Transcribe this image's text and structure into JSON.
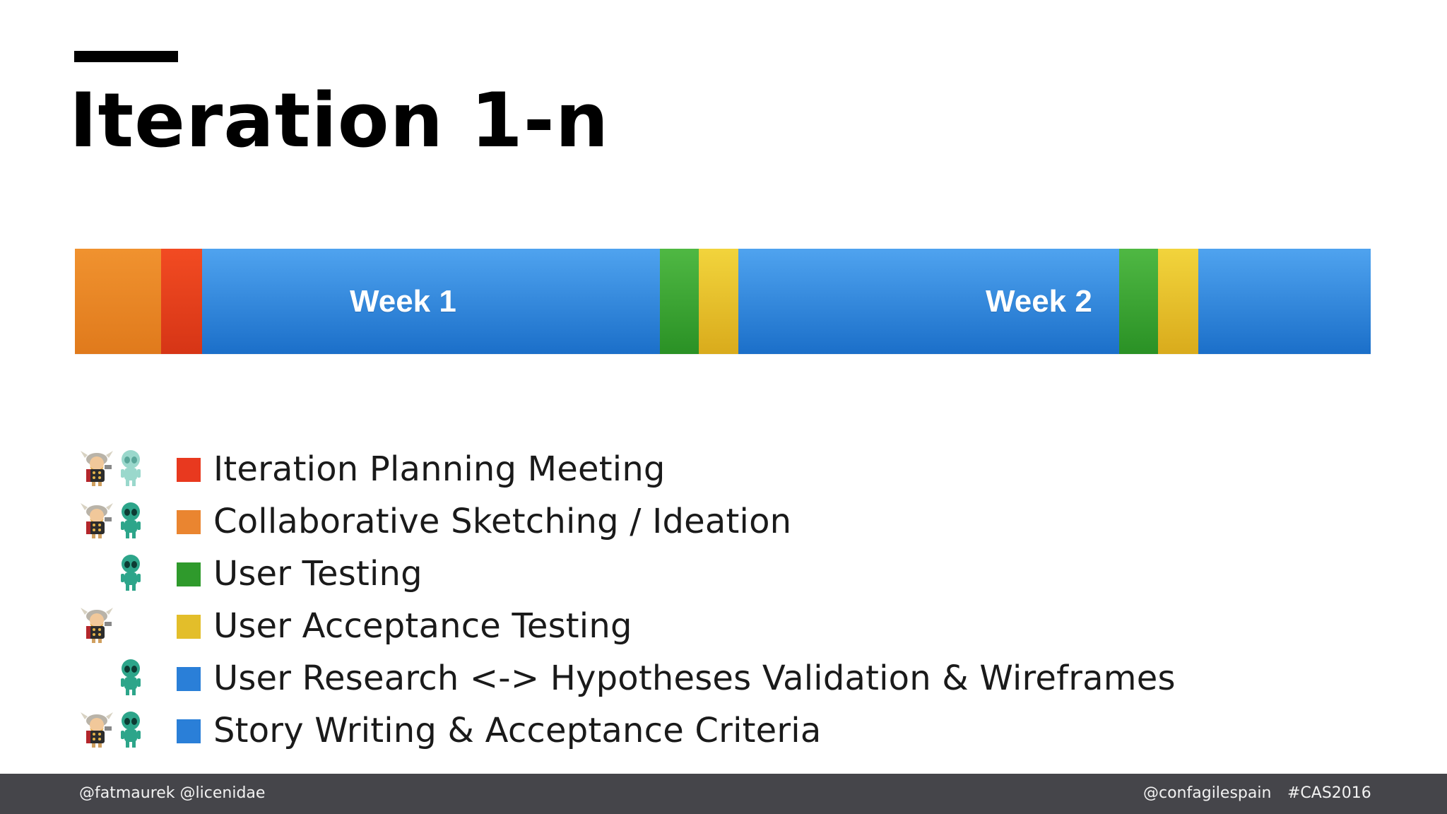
{
  "slide": {
    "title": "Iteration 1-n"
  },
  "timeline": {
    "segments": [
      {
        "color": "orange",
        "label": ""
      },
      {
        "color": "red",
        "label": ""
      },
      {
        "color": "blue",
        "label": "Week 1"
      },
      {
        "color": "green",
        "label": ""
      },
      {
        "color": "yellow",
        "label": ""
      },
      {
        "color": "blue",
        "label": "Week 2"
      },
      {
        "color": "green",
        "label": ""
      },
      {
        "color": "yellow",
        "label": ""
      },
      {
        "color": "blue",
        "label": ""
      }
    ]
  },
  "legend": {
    "items": [
      {
        "label": "Iteration Planning Meeting",
        "color": "#e8391f",
        "icons": [
          "viking-icon",
          "alien-faded-icon"
        ]
      },
      {
        "label": "Collaborative Sketching / Ideation",
        "color": "#ea8530",
        "icons": [
          "viking-icon",
          "alien-icon"
        ]
      },
      {
        "label": "User Testing",
        "color": "#2f9a2c",
        "icons": [
          "alien-icon"
        ]
      },
      {
        "label": "User Acceptance Testing",
        "color": "#e3be2a",
        "icons": [
          "viking-icon"
        ]
      },
      {
        "label": "User Research <-> Hypotheses Validation & Wireframes",
        "color": "#2a7fd8",
        "icons": [
          "alien-icon"
        ]
      },
      {
        "label": "Story Writing & Acceptance Criteria",
        "color": "#2a7fd8",
        "icons": [
          "viking-icon",
          "alien-icon"
        ]
      }
    ]
  },
  "footer": {
    "authors": "@fatmaurek @licenidae",
    "handle": "@confagilespain",
    "hashtag": "#CAS2016"
  },
  "colors": {
    "footer_bg": "#45454a",
    "week_blue": "#2a7fd8"
  }
}
